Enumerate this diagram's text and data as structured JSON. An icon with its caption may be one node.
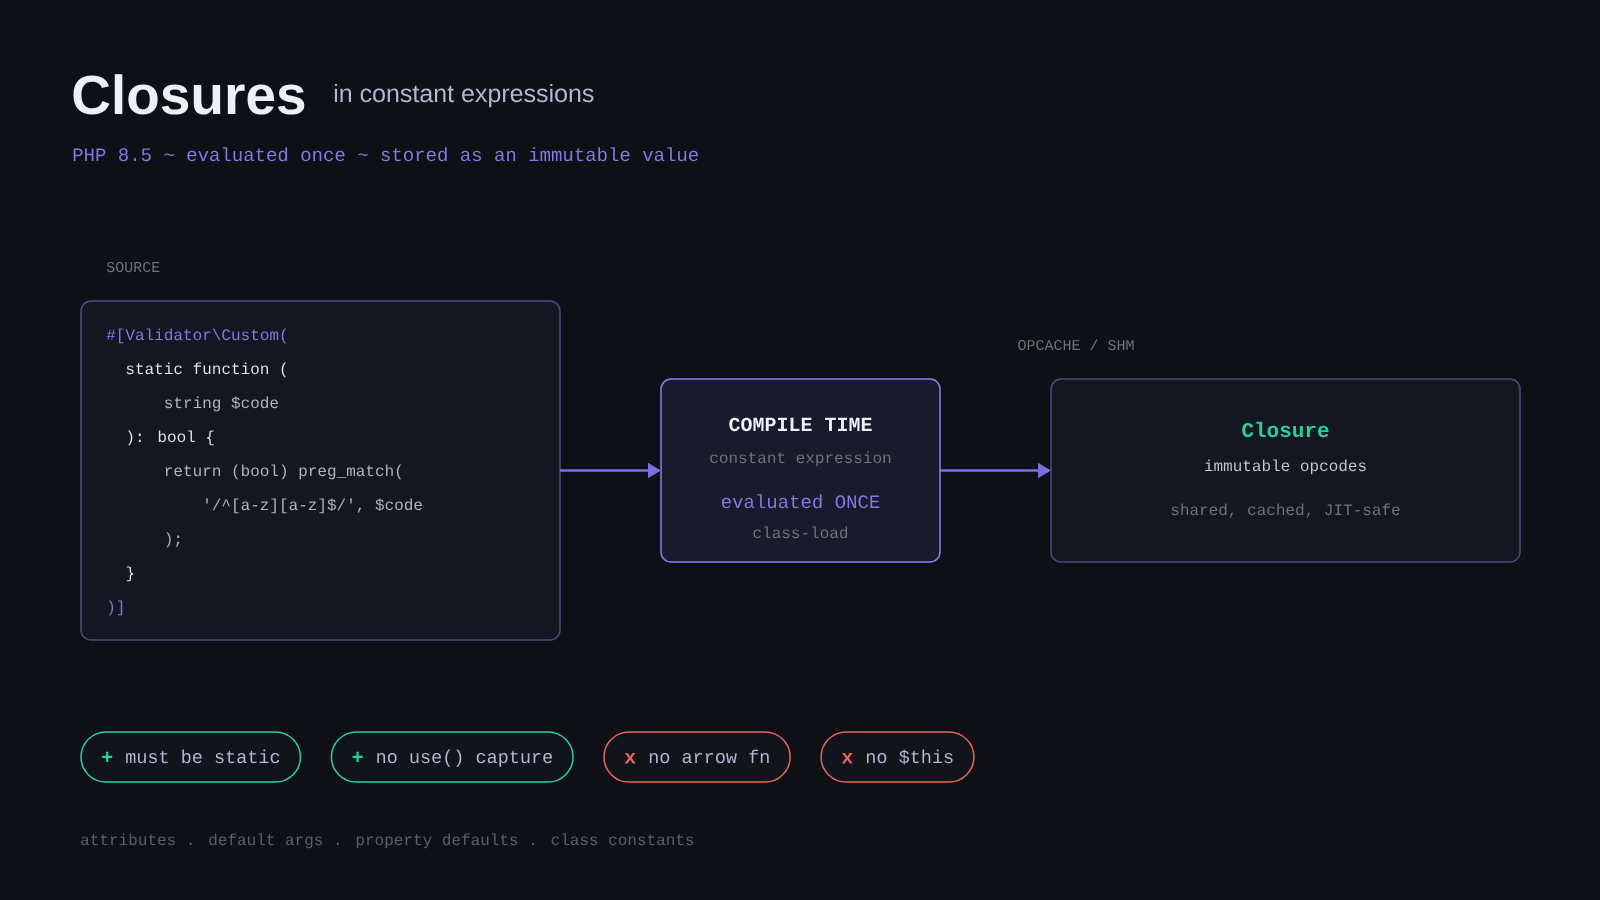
{
  "diagram": {
    "title": "Closures",
    "nodes": [
      {
        "text": [
          "SOURCE",
          "#[Validator\\Custom(",
          "static function (",
          "string $code",
          "): bool {",
          "return (bool) preg_match(",
          "'/^[a-z][a-z]$/', $code",
          ");",
          "}",
          ")]"
        ]
      },
      {
        "text": [
          "COMPILE TIME",
          "constant expression",
          "evaluated ONCE",
          "class-load"
        ]
      },
      {
        "text": [
          "OPCACHE / SHM",
          "Closure",
          "immutable opcodes",
          "shared, cached, JIT-safe"
        ]
      },
      {
        "text": [
          "+",
          "must be static"
        ]
      },
      {
        "text": [
          "+",
          "no use() capture"
        ]
      },
      {
        "text": [
          "x",
          "no arrow fn"
        ]
      },
      {
        "text": [
          "x",
          "no $this"
        ]
      }
    ],
    "edges": [
      {
        "from": 0,
        "to": 1,
        "arrow": "to"
      },
      {
        "from": 1,
        "to": 2,
        "arrow": "to"
      }
    ],
    "labels": [
      "in constant expressions",
      "PHP 8.5 ~ evaluated once ~ stored as an immutable value",
      "attributes . default args . property defaults . class constants"
    ]
  }
}
